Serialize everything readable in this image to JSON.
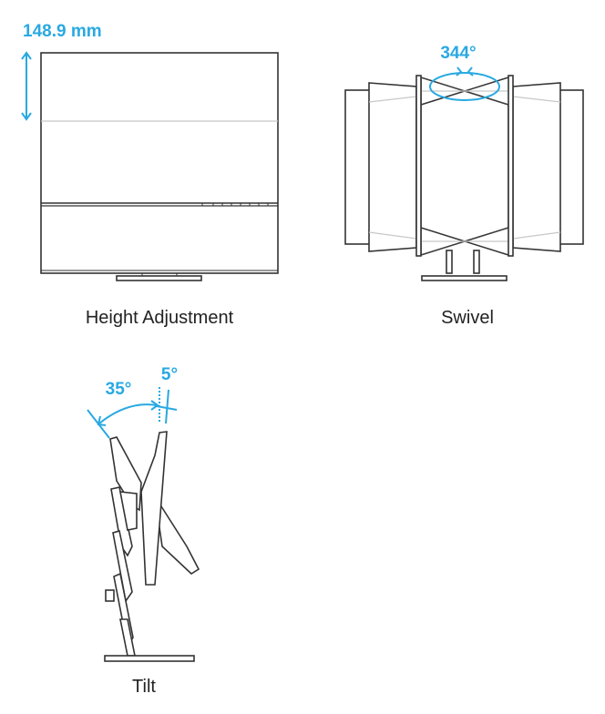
{
  "height_adjustment": {
    "caption": "Height Adjustment",
    "value_label": "148.9 mm"
  },
  "swivel": {
    "caption": "Swivel",
    "value_label": "344°"
  },
  "tilt": {
    "caption": "Tilt",
    "back_label": "35°",
    "forward_label": "5°"
  },
  "colors": {
    "accent": "#29a9e1",
    "line": "#333333"
  }
}
